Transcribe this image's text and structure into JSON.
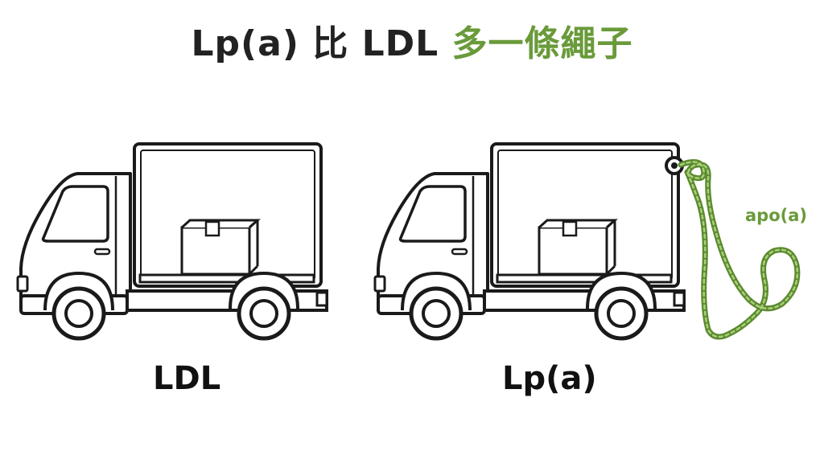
{
  "title": {
    "part1": "Lp(a) 比 LDL",
    "part2": "多一條繩子"
  },
  "panels": {
    "left": {
      "label": "LDL"
    },
    "right": {
      "label": "Lp(a)",
      "rope_label": "apo(a)"
    }
  },
  "colors": {
    "text": "#222222",
    "accent": "#6a9a3a",
    "outline": "#1a1a1a"
  },
  "icons": [
    "truck-icon",
    "box-icon",
    "rope-icon",
    "ring-icon"
  ]
}
